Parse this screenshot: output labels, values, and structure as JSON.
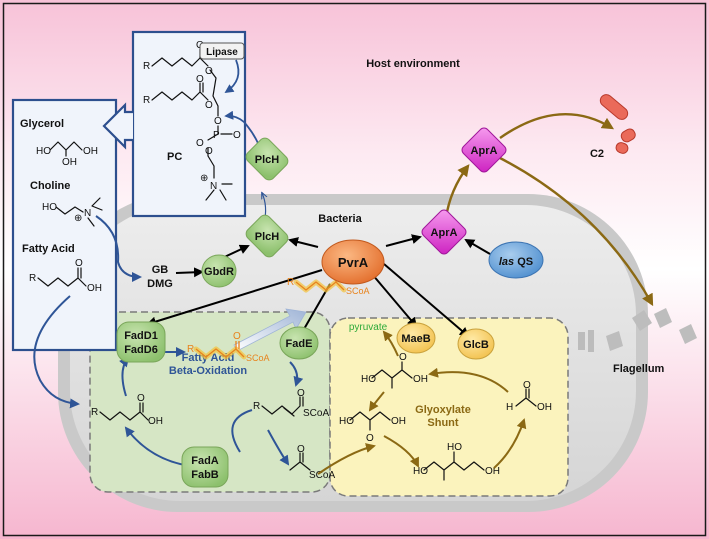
{
  "title": "Host environment",
  "compartments": {
    "bacteria": "Bacteria",
    "beta_oxidation": [
      "Fatty Acid",
      "Beta-Oxidation"
    ],
    "glyoxylate": [
      "Glyoxylate",
      "Shunt"
    ],
    "flagellum": "Flagellum"
  },
  "host_molecules": {
    "glycerol": "Glycerol",
    "pc": "PC",
    "choline": "Choline",
    "fatty_acid": "Fatty Acid",
    "gb": "GB",
    "dmg": "DMG",
    "lipase": "Lipase",
    "c2": "C2"
  },
  "proteins": {
    "pvra": "PvrA",
    "plch_outer": "PlcH",
    "plch_inner": "PlcH",
    "gbdr": "GbdR",
    "apra_outer": "AprA",
    "apra_inner": "AprA",
    "las_qs": [
      "las",
      " QS"
    ],
    "fadd": [
      "FadD1",
      "FadD6"
    ],
    "fade": "FadE",
    "fadab": [
      "FadA",
      "FabB"
    ],
    "maeb": "MaeB",
    "glcb": "GlcB"
  },
  "metabolites": {
    "pyruvate": "pyruvate"
  },
  "chem_text": {
    "r": "R",
    "o": "O",
    "oh": "OH",
    "ho": "HO",
    "p": "P",
    "n": "N",
    "plus": "⊕",
    "scoa": "SCoA",
    "h": "H"
  },
  "colors": {
    "page_gradient_top": "#f9cfe0",
    "host_box": "#2d4f8e",
    "host_box_fill": "#eef3fb",
    "bacteria_fill": "#e2e2e2",
    "beta_ox_fill": "#dbe7cd",
    "glyox_fill": "#fbf5c3",
    "pvra": "#f08a4b",
    "green_protein": "#a9d08e",
    "apra": "#e040d0",
    "las_qs": "#6fa8dc",
    "yellow_protein": "#f7d36a",
    "blue_arrow": "#2f5597",
    "brown_arrow": "#8b6914",
    "black_arrow": "#000000",
    "c2": "#ea6a5a"
  }
}
